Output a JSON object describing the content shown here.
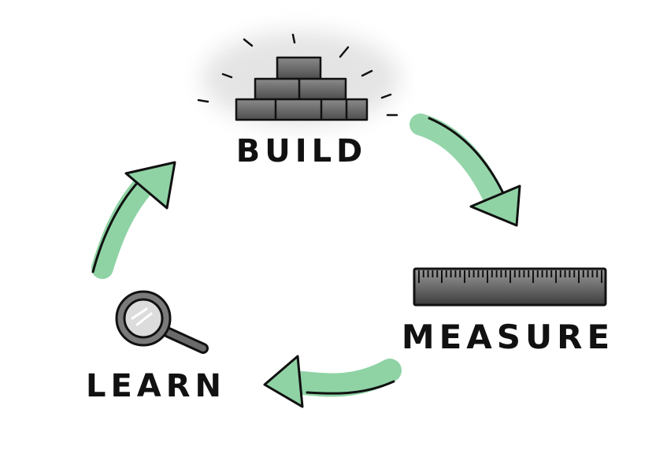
{
  "diagram": {
    "steps": [
      {
        "id": "build",
        "label": "BUILD",
        "icon": "brick-pyramid-icon"
      },
      {
        "id": "measure",
        "label": "MEASURE",
        "icon": "ruler-icon"
      },
      {
        "id": "learn",
        "label": "LEARN",
        "icon": "magnifying-glass-icon"
      }
    ],
    "arrows": [
      {
        "from": "build",
        "to": "measure"
      },
      {
        "from": "measure",
        "to": "learn"
      },
      {
        "from": "learn",
        "to": "build"
      }
    ]
  },
  "colors": {
    "arrow_fill": "#8fd3a5",
    "ink": "#111111",
    "icon_gray": "#7a7a7a",
    "icon_dark": "#4a4a4a",
    "glow": "#e6e6e6"
  }
}
